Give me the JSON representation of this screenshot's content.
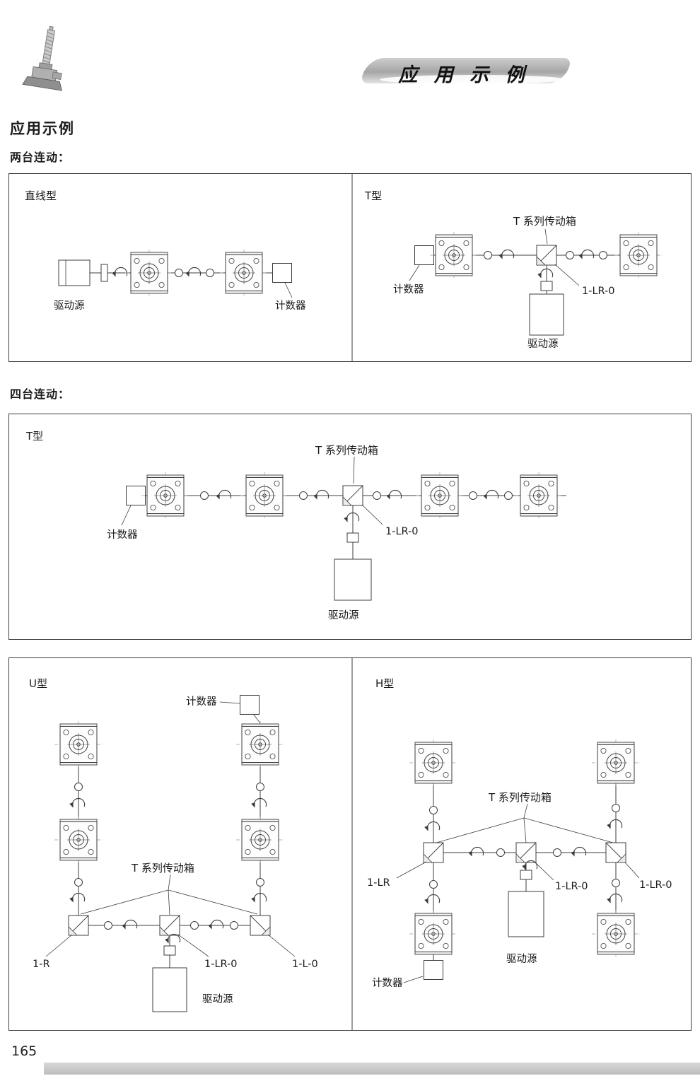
{
  "header": {
    "title": "应 用 示 例",
    "logo_icon": "screw-jack-icon"
  },
  "page": {
    "heading": "应用示例",
    "number": "165"
  },
  "sections": {
    "two_unit": {
      "title": "两台连动：",
      "straight": {
        "type_label": "直线型",
        "drive_label": "驱动源",
        "counter_label": "计数器"
      },
      "t": {
        "type_label": "T型",
        "box_label": "T 系列传动箱",
        "counter_label": "计数器",
        "model_label": "1-LR-0",
        "drive_label": "驱动源"
      }
    },
    "four_unit": {
      "title": "四台连动：",
      "t": {
        "type_label": "T型",
        "box_label": "T 系列传动箱",
        "counter_label": "计数器",
        "model_label": "1-LR-0",
        "drive_label": "驱动源"
      },
      "u": {
        "type_label": "U型",
        "counter_label": "计数器",
        "box_label": "T 系列传动箱",
        "model_left": "1-R",
        "model_mid": "1-LR-0",
        "model_right": "1-L-0",
        "drive_label": "驱动源"
      },
      "h": {
        "type_label": "H型",
        "box_label": "T 系列传动箱",
        "model_left": "1-LR",
        "model_mid": "1-LR-0",
        "model_right": "1-LR-0",
        "drive_label": "驱动源",
        "counter_label": "计数器"
      }
    }
  }
}
